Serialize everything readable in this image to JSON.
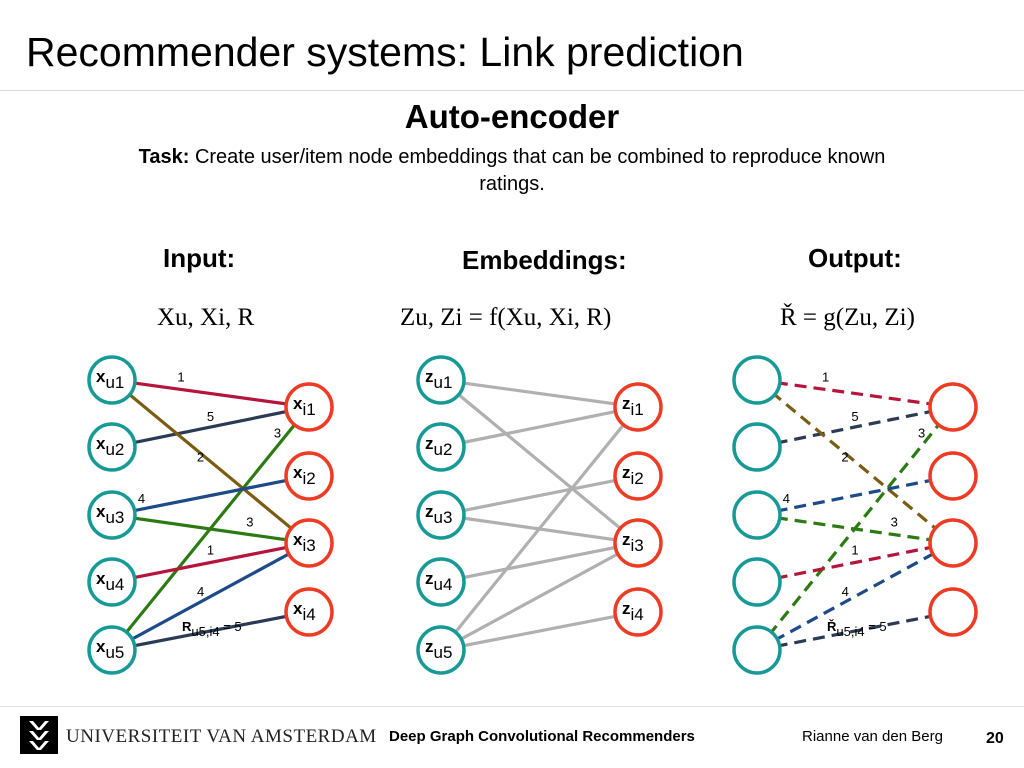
{
  "slide": {
    "title": "Recommender systems: Link prediction",
    "subtitle": "Auto-encoder",
    "task_label": "Task:",
    "task_text": "Create user/item node embeddings that can be combined to reproduce known ratings."
  },
  "columns": {
    "input": {
      "heading": "Input:",
      "formula": "Xu, Xi, R"
    },
    "embeddings": {
      "heading": "Embeddings:",
      "formula": "Zu, Zi = f(Xu, Xi, R)"
    },
    "output": {
      "heading": "Output:",
      "formula": "Ř = g(Zu, Zi)"
    }
  },
  "colors": {
    "user_node": "#179a96",
    "item_node": "#ee3b24",
    "gray_edge": "#b0b0b0",
    "rating_1": "#b5153a",
    "rating_2": "#7a5c12",
    "rating_3": "#2b7a12",
    "rating_4": "#1e4a8a",
    "rating_5": "#2b3a55"
  },
  "graphs": {
    "input": {
      "user_prefix": "x",
      "item_prefix": "x",
      "users": [
        "u1",
        "u2",
        "u3",
        "u4",
        "u5"
      ],
      "items": [
        "i1",
        "i2",
        "i3",
        "i4"
      ],
      "edges": [
        {
          "u": "u1",
          "i": "i1",
          "rating": "1"
        },
        {
          "u": "u2",
          "i": "i1",
          "rating": "5"
        },
        {
          "u": "u1",
          "i": "i3",
          "rating": "2"
        },
        {
          "u": "u5",
          "i": "i1",
          "rating": "3"
        },
        {
          "u": "u3",
          "i": "i2",
          "rating": "4"
        },
        {
          "u": "u3",
          "i": "i3",
          "rating": "3"
        },
        {
          "u": "u4",
          "i": "i3",
          "rating": "1"
        },
        {
          "u": "u5",
          "i": "i3",
          "rating": "4"
        },
        {
          "u": "u5",
          "i": "i4",
          "rating": "5"
        }
      ],
      "highlight": {
        "prefix": "R",
        "sub": "u5,i4",
        "suffix": " = 5"
      }
    },
    "embeddings": {
      "user_prefix": "z",
      "item_prefix": "z",
      "users": [
        "u1",
        "u2",
        "u3",
        "u4",
        "u5"
      ],
      "items": [
        "i1",
        "i2",
        "i3",
        "i4"
      ]
    },
    "output": {
      "highlight": {
        "prefix": "Ř",
        "sub": "u5,i4",
        "suffix": " = 5"
      }
    }
  },
  "footer": {
    "university": "UNIVERSITEIT VAN AMSTERDAM",
    "talk_title": "Deep Graph Convolutional Recommenders",
    "author": "Rianne van den Berg",
    "page_number": "20"
  }
}
